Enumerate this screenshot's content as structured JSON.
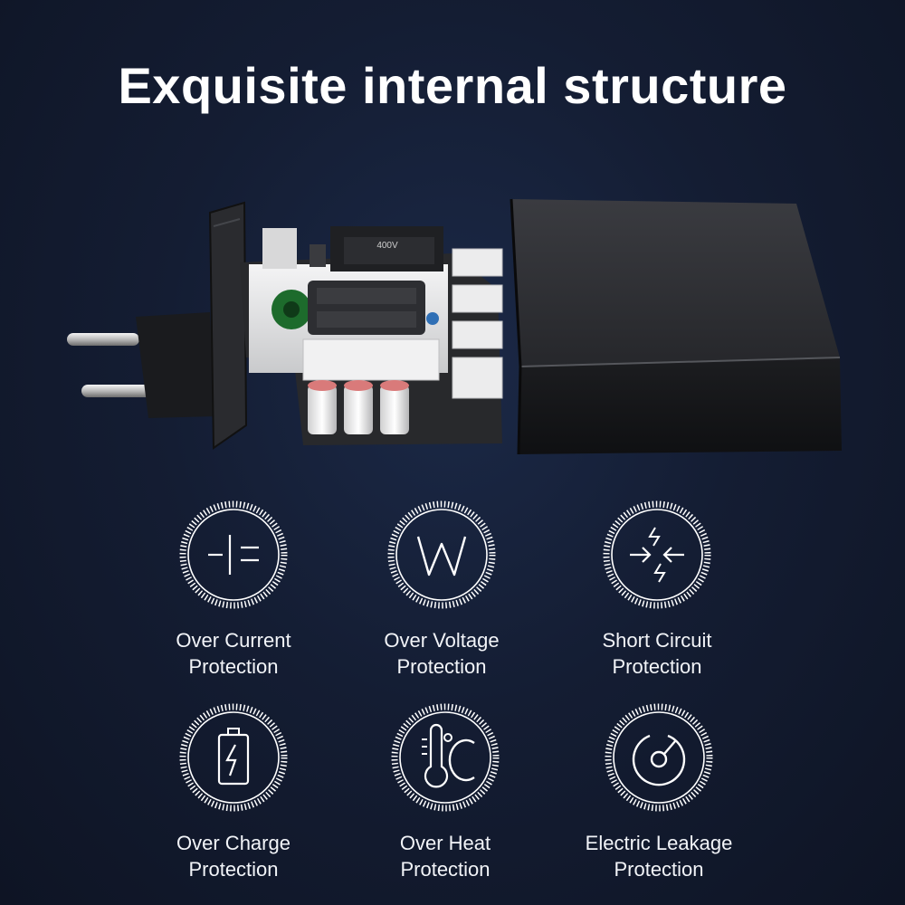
{
  "headline": "Exquisite internal structure",
  "product_image": {
    "icon": "charger-exploded-view",
    "body_color": "#2b2c30",
    "board_color": "#e9e9ea"
  },
  "features": [
    {
      "icon": "current-icon",
      "line1": "Over Current",
      "line2": "Protection"
    },
    {
      "icon": "voltage-icon",
      "line1": "Over Voltage",
      "line2": "Protection"
    },
    {
      "icon": "short-circuit-icon",
      "line1": "Short Circuit",
      "line2": "Protection"
    },
    {
      "icon": "battery-charge-icon",
      "line1": "Over Charge",
      "line2": "Protection"
    },
    {
      "icon": "thermometer-icon",
      "line1": "Over Heat",
      "line2": "Protection"
    },
    {
      "icon": "leakage-icon",
      "line1": "Electric Leakage",
      "line2": "Protection"
    }
  ]
}
